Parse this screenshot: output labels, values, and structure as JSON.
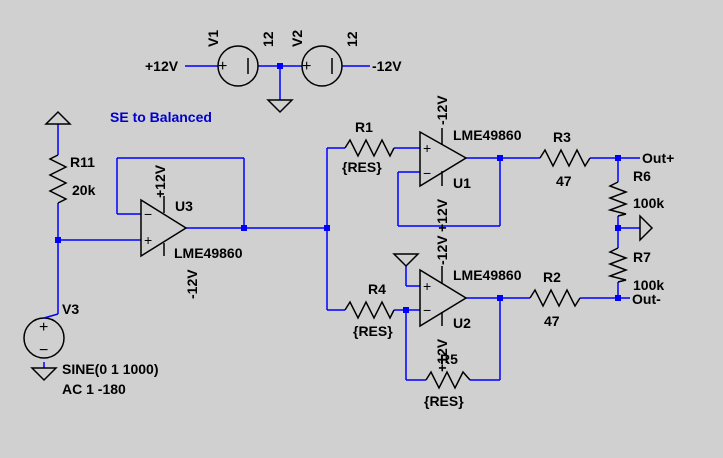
{
  "theme": {
    "background": "#d0d0d0",
    "wire_color": "#0000ff",
    "symbol_color": "#000000",
    "comment_color": "#0000cc"
  },
  "comment": "SE to Balanced",
  "sources": {
    "V1": {
      "name": "V1",
      "value": "12"
    },
    "V2": {
      "name": "V2",
      "value": "12"
    },
    "V3": {
      "name": "V3",
      "line1": "SINE(0 1 1000)",
      "line2": "AC 1 -180"
    }
  },
  "nets": {
    "pos": "+12V",
    "neg": "-12V",
    "out_p": "Out+",
    "out_m": "Out-"
  },
  "opamps": {
    "U1": {
      "name": "U1",
      "model": "LME49860",
      "vpos": "+12V",
      "vneg": "-12V"
    },
    "U2": {
      "name": "U2",
      "model": "LME49860",
      "vpos": "+12V",
      "vneg": "-12V"
    },
    "U3": {
      "name": "U3",
      "model": "LME49860",
      "vpos": "+12V",
      "vneg": "-12V"
    }
  },
  "resistors": {
    "R1": {
      "name": "R1",
      "value": "{RES}"
    },
    "R2": {
      "name": "R2",
      "value": "47"
    },
    "R3": {
      "name": "R3",
      "value": "47"
    },
    "R4": {
      "name": "R4",
      "value": "{RES}"
    },
    "R5": {
      "name": "R5",
      "value": "{RES}"
    },
    "R6": {
      "name": "R6",
      "value": "100k"
    },
    "R7": {
      "name": "R7",
      "value": "100k"
    },
    "R11": {
      "name": "R11",
      "value": "20k"
    }
  },
  "pin_signs": {
    "plus": "+",
    "minus": "−"
  }
}
